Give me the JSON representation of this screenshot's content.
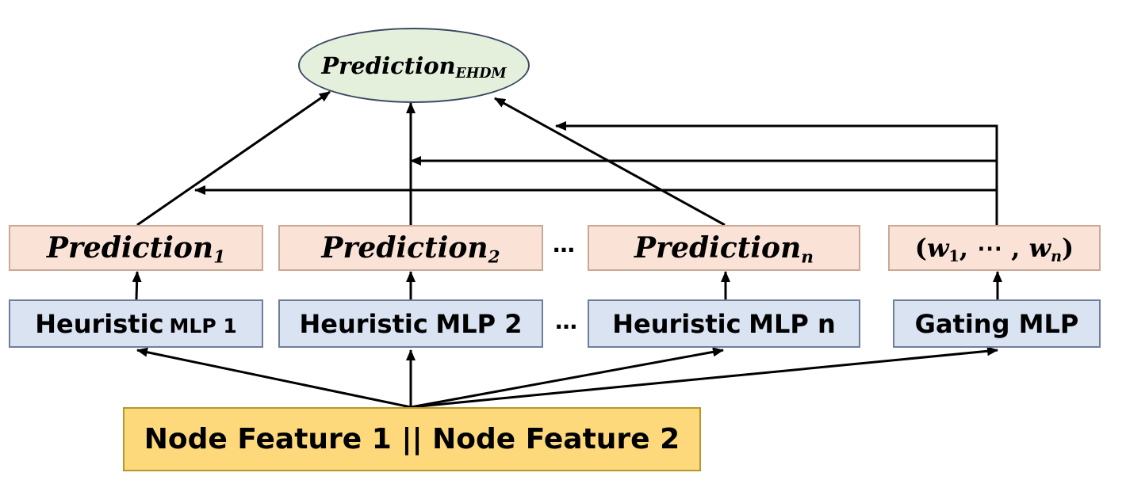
{
  "output": {
    "base": "Prediction",
    "subscript": "EHDM"
  },
  "predictions": [
    {
      "base": "Prediction",
      "subscript": "1"
    },
    {
      "base": "Prediction",
      "subscript": "2"
    },
    {
      "base": "Prediction",
      "subscript": "n"
    }
  ],
  "weights": {
    "open": "(",
    "w1_base": "w",
    "w1_sub": "1",
    "middle": ", ⋯ , ",
    "wn_base": "w",
    "wn_sub": "n",
    "close": ")"
  },
  "mlps": [
    {
      "head": "Heuristic",
      "tail": "MLP 1"
    },
    {
      "head": "Heuristic",
      "tail": "MLP 2"
    },
    {
      "head": "Heuristic",
      "tail": "MLP n"
    }
  ],
  "gating": {
    "label": "Gating MLP"
  },
  "ellipsis": {
    "prediction_row": "…",
    "mlp_row": "…"
  },
  "input": {
    "label": "Node Feature 1 || Node Feature 2"
  }
}
